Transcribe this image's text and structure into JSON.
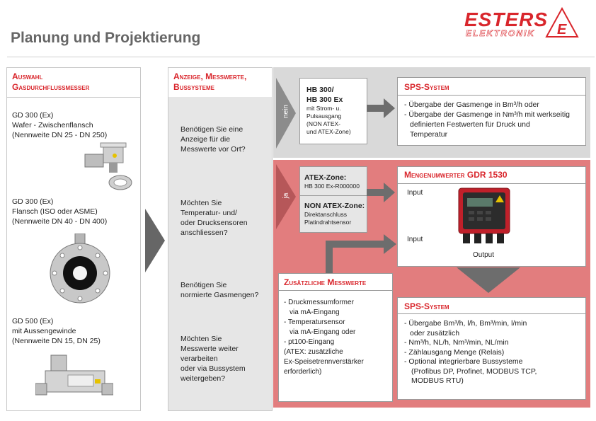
{
  "header": {
    "title": "Planung und Projektierung",
    "logo_main": "ESTERS",
    "logo_sub": "ELEKTRONIK",
    "logo_letter": "E"
  },
  "col1": {
    "header_line1": "Auswahl",
    "header_line2": "Gasdurchflussmesser",
    "items": [
      {
        "l1": "GD 300 (Ex)",
        "l2": "Wafer - Zwischenflansch",
        "l3": "(Nennweite DN 25 - DN 250)"
      },
      {
        "l1": "GD 300 (Ex)",
        "l2": "Flansch (ISO oder ASME)",
        "l3": "(Nennweite DN 40 - DN 400)"
      },
      {
        "l1": "GD 500 (Ex)",
        "l2": "mit Aussengewinde",
        "l3": "(Nennweite DN 15, DN 25)"
      }
    ]
  },
  "col2": {
    "header_line1": "Anzeige, Messwerte,",
    "header_line2": "Bussysteme",
    "q1": [
      "Benötigen Sie eine",
      "Anzeige für die",
      "Messwerte vor Ort?"
    ],
    "q2": [
      "Möchten Sie",
      "Temperatur- und/",
      "oder Drucksensoren",
      "anschliessen?"
    ],
    "q3": [
      "Benötigen Sie",
      "normierte Gasmengen?"
    ],
    "q4": [
      "Möchten Sie",
      "Messwerte weiter",
      "verarbeiten",
      "oder via Bussystem",
      "weitergeben?"
    ]
  },
  "branch": {
    "nein": "nein",
    "ja": "ja"
  },
  "hb_box": {
    "l1": "HB 300/",
    "l2": "HB 300 Ex",
    "l3": "mit Strom- u.",
    "l4": "Pulsausgang",
    "l5": "(NON ATEX-",
    "l6": "und ATEX-Zone)"
  },
  "sps1": {
    "title": "SPS-System",
    "lines": [
      "- Übergabe der Gasmenge in Bm³/h oder",
      "- Übergabe der Gasmenge in Nm³/h mit werkseitig",
      "definierten Festwerten für Druck und",
      "Temperatur"
    ]
  },
  "atex_box": {
    "atex_title": "ATEX-Zone:",
    "atex_sub": "HB 300 Ex-R000000",
    "non_title": "NON ATEX-Zone:",
    "non_l1": "Direktanschluss",
    "non_l2": "Platindrahtsensor"
  },
  "gdr": {
    "title": "Mengenumwerter GDR 1530",
    "input1": "Input",
    "input2": "Input",
    "output": "Output"
  },
  "zus": {
    "title": "Zusätzliche Messwerte",
    "lines": [
      "- Druckmessumformer",
      "via mA-Eingang",
      "- Temperatursensor",
      "via mA-Eingang oder",
      "- pt100-Eingang",
      "(ATEX: zusätzliche",
      "Ex-Speisetrennverstärker",
      "erforderlich)"
    ]
  },
  "sps2": {
    "title": "SPS-System",
    "lines": [
      "- Übergabe Bm³/h, l/h, Bm³/min, l/min",
      "oder zusätzlich",
      "- Nm³/h, NL/h, Nm³/min, NL/min",
      "- Zählausgang Menge (Relais)",
      "- Optional integrierbare Bussysteme",
      "(Profibus DP, Profinet, MODBUS TCP,",
      "MODBUS RTU)"
    ]
  },
  "colors": {
    "accent": "#d9262c",
    "red_band": "#e27d7e",
    "grey_band": "#d9d9d9",
    "arrow": "#6d6d6d"
  }
}
